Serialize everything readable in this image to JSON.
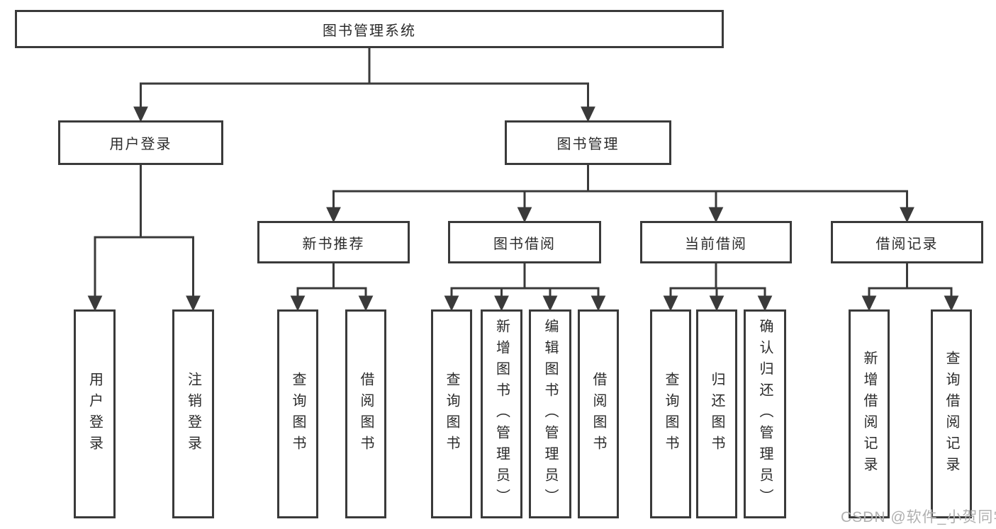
{
  "diagram": {
    "type": "hierarchy-tree",
    "colors": {
      "line": "#3a3a3a",
      "box_border": "#3a3a3a",
      "box_fill": "#ffffff",
      "text": "#2b2b2b",
      "watermark": "#b0b0b0",
      "background": "#ffffff"
    },
    "tree": {
      "root": {
        "label": "图书管理系统",
        "children": [
          {
            "label": "用户登录",
            "children": [
              {
                "label": "用户登录"
              },
              {
                "label": "注销登录"
              }
            ]
          },
          {
            "label": "图书管理",
            "children": [
              {
                "label": "新书推荐",
                "children": [
                  {
                    "label": "查询图书"
                  },
                  {
                    "label": "借阅图书"
                  }
                ]
              },
              {
                "label": "图书借阅",
                "children": [
                  {
                    "label": "查询图书"
                  },
                  {
                    "label": "新增图书（管理员）"
                  },
                  {
                    "label": "编辑图书（管理员）"
                  },
                  {
                    "label": "借阅图书"
                  }
                ]
              },
              {
                "label": "当前借阅",
                "children": [
                  {
                    "label": "查询图书"
                  },
                  {
                    "label": "归还图书"
                  },
                  {
                    "label": "确认归还（管理员）"
                  }
                ]
              },
              {
                "label": "借阅记录",
                "children": [
                  {
                    "label": "新增借阅记录"
                  },
                  {
                    "label": "查询借阅记录"
                  }
                ]
              }
            ]
          }
        ]
      }
    },
    "watermark": {
      "text": "CSDN @软件_小贺同学"
    }
  }
}
